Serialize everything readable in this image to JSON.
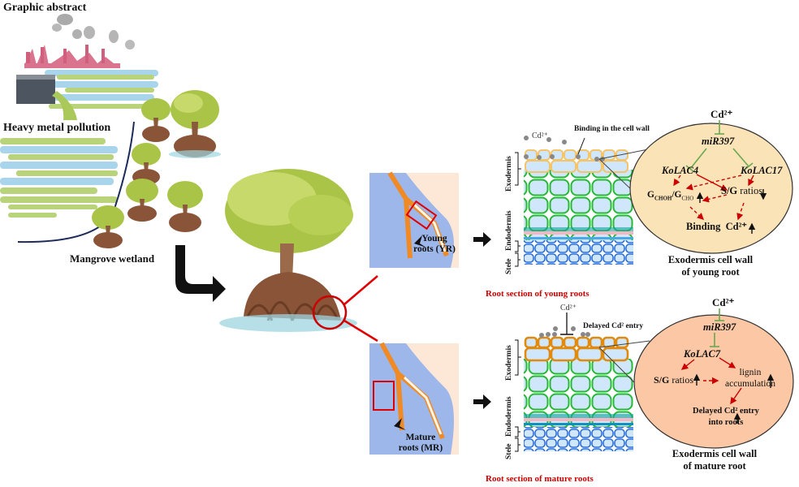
{
  "title": "Graphic abstract",
  "left_panel": {
    "pollution_label": "Heavy metal pollution",
    "wetland_label": "Mangrove wetland"
  },
  "root_panels": {
    "young": {
      "label_line1": "Young",
      "label_line2": "roots (YR)"
    },
    "mature": {
      "label_line1": "Mature",
      "label_line2": "roots (MR)"
    }
  },
  "young_section": {
    "caption": "Root section of young roots",
    "cd_label": "Cd²⁺",
    "binding_label": "Binding in the cell wall",
    "layer_exodermis": "Exodermis",
    "layer_endodermis": "Endodermis",
    "layer_stele": "Stele"
  },
  "mature_section": {
    "caption": "Root section of mature roots",
    "cd_label": "Cd²⁺",
    "delayed_label": "Delayed Cd² entry",
    "layer_exodermis": "Exodermis",
    "layer_endodermis": "Endodermis",
    "layer_stele": "Stele"
  },
  "young_circle": {
    "cd": "Cd²⁺",
    "mir": "miR397",
    "lac_a": "KoLAC4",
    "lac_b": "KoLAC17",
    "g_ratio_main": "G",
    "g_ratio_sub1": "CHOH",
    "g_ratio_mid": "/G",
    "g_ratio_sub2": "CHO",
    "sg": "S/G",
    "sg_ratios": "ratios",
    "binding": "Binding",
    "binding_cd": "Cd²⁺",
    "caption_line1": "Exodermis cell wall",
    "caption_line2": "of young root",
    "fill": "#fbe3b8"
  },
  "mature_circle": {
    "cd": "Cd²⁺",
    "mir": "miR397",
    "lac": "KoLAC7",
    "sg": "S/G",
    "sg_ratios": "ratios",
    "lignin_line1": "lignin",
    "lignin_line2": "accumulation",
    "delayed_line1": "Delayed Cd² entry",
    "delayed_line2": "into roots",
    "caption_line1": "Exodermis cell wall",
    "caption_line2": "of mature root",
    "fill": "#fbc7a4"
  },
  "colors": {
    "inhibit_green": "#6aa84f",
    "promote_red": "#cc0000",
    "exo_young": "#f3c46a",
    "exo_mature": "#e08a10",
    "cortex": "#22bb33",
    "endo": "#0fa39a",
    "stele": "#2b6fd6",
    "cell": "#cfe6fb",
    "root_orange": "#f08a24",
    "root_bg": "#fde7d6",
    "root_soil": "#9db7ea"
  }
}
